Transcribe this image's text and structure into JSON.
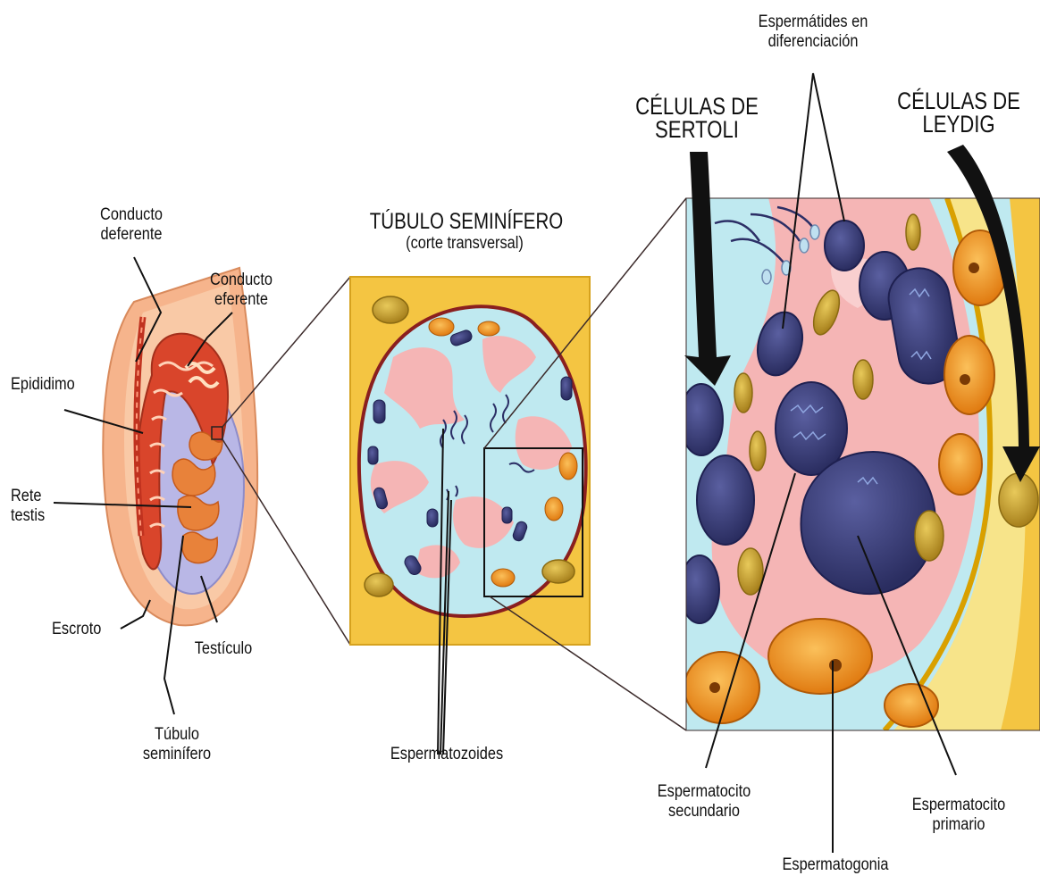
{
  "colors": {
    "background": "#ffffff",
    "tissue_yellow": "#f4c542",
    "lumen_blue": "#bfe9f0",
    "sertoli_pink": "#f5b5b5",
    "spermatogonia_orange": "#f0901e",
    "spermatocyte_navy": "#3b3f7a",
    "leydig_olive": "#c8a22a",
    "membrane_red": "#8a1f1f",
    "testis_red": "#d9452b",
    "scrotum_peach": "#f6b48c",
    "arrow_black": "#111111"
  },
  "icons": {
    "sertoli_arrow": "bold-curved-arrow-down",
    "leydig_arrow": "bold-curved-arrow-down"
  },
  "panels": {
    "testis": {
      "labels": {
        "conducto_deferente": "Conducto\ndeferente",
        "conducto_eferente": "Conducto\neferente",
        "epididimo": "Epididimo",
        "rete_testis": "Rete\ntestis",
        "escroto": "Escroto",
        "testiculo": "Testículo",
        "tubulo_seminifero": "Túbulo\nseminífero"
      }
    },
    "tubule": {
      "title": "TÚBULO SEMINÍFERO",
      "subtitle": "(corte transversal)",
      "labels": {
        "espermatozoides": "Espermatozoides"
      }
    },
    "detail": {
      "labels": {
        "espermatides": "Espermátides en\ndiferenciación",
        "sertoli": "CÉLULAS DE\nSERTOLI",
        "leydig": "CÉLULAS DE\nLEYDIG",
        "espermatocito_secundario": "Espermatocito\nsecundario",
        "espermatocito_primario": "Espermatocito\nprimario",
        "espermatogonia": "Espermatogonia"
      }
    }
  }
}
